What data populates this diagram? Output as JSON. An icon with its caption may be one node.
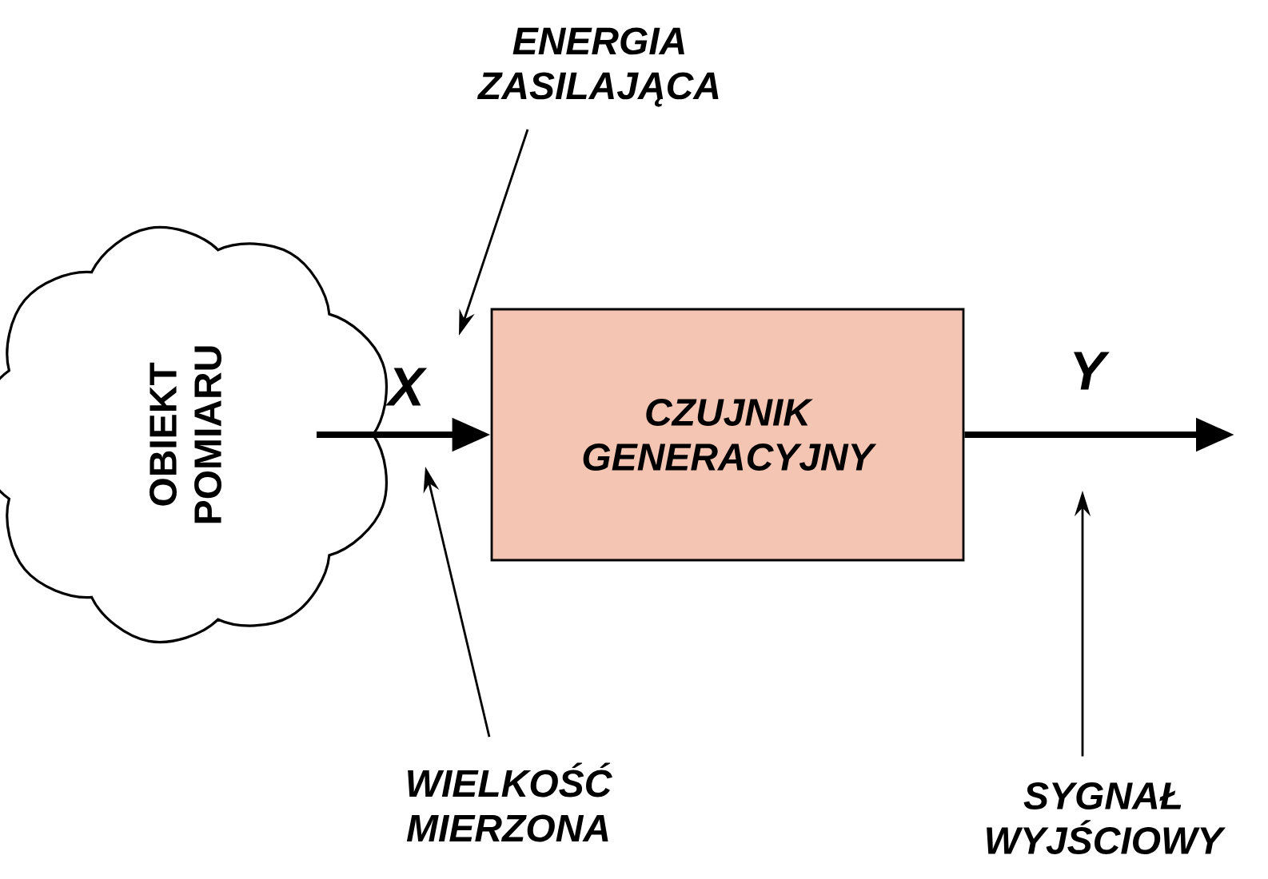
{
  "diagram": {
    "nodes": [
      {
        "text": [
          "OBIEKT POMIARU"
        ]
      },
      {
        "text": [
          "CZUJNIK GENERACYJNY"
        ]
      },
      {
        "text": [
          "ENERGIA ZASILAJĄCA"
        ]
      },
      {
        "text": [
          "WIELKOŚĆ MIERZONA"
        ]
      },
      {
        "text": [
          "SYGNAŁ WYJŚCIOWY"
        ]
      }
    ],
    "edges": [
      {
        "from": 0,
        "to": 1,
        "arrow": "to",
        "style": "thick"
      },
      {
        "from": 1,
        "to": null,
        "arrow": "to",
        "style": "thick"
      },
      {
        "from": 2,
        "to": null,
        "arrow": "to"
      },
      {
        "from": 3,
        "to": null,
        "arrow": "to"
      },
      {
        "from": 4,
        "to": null,
        "arrow": "to"
      }
    ],
    "labels": [
      "X",
      "Y"
    ]
  }
}
